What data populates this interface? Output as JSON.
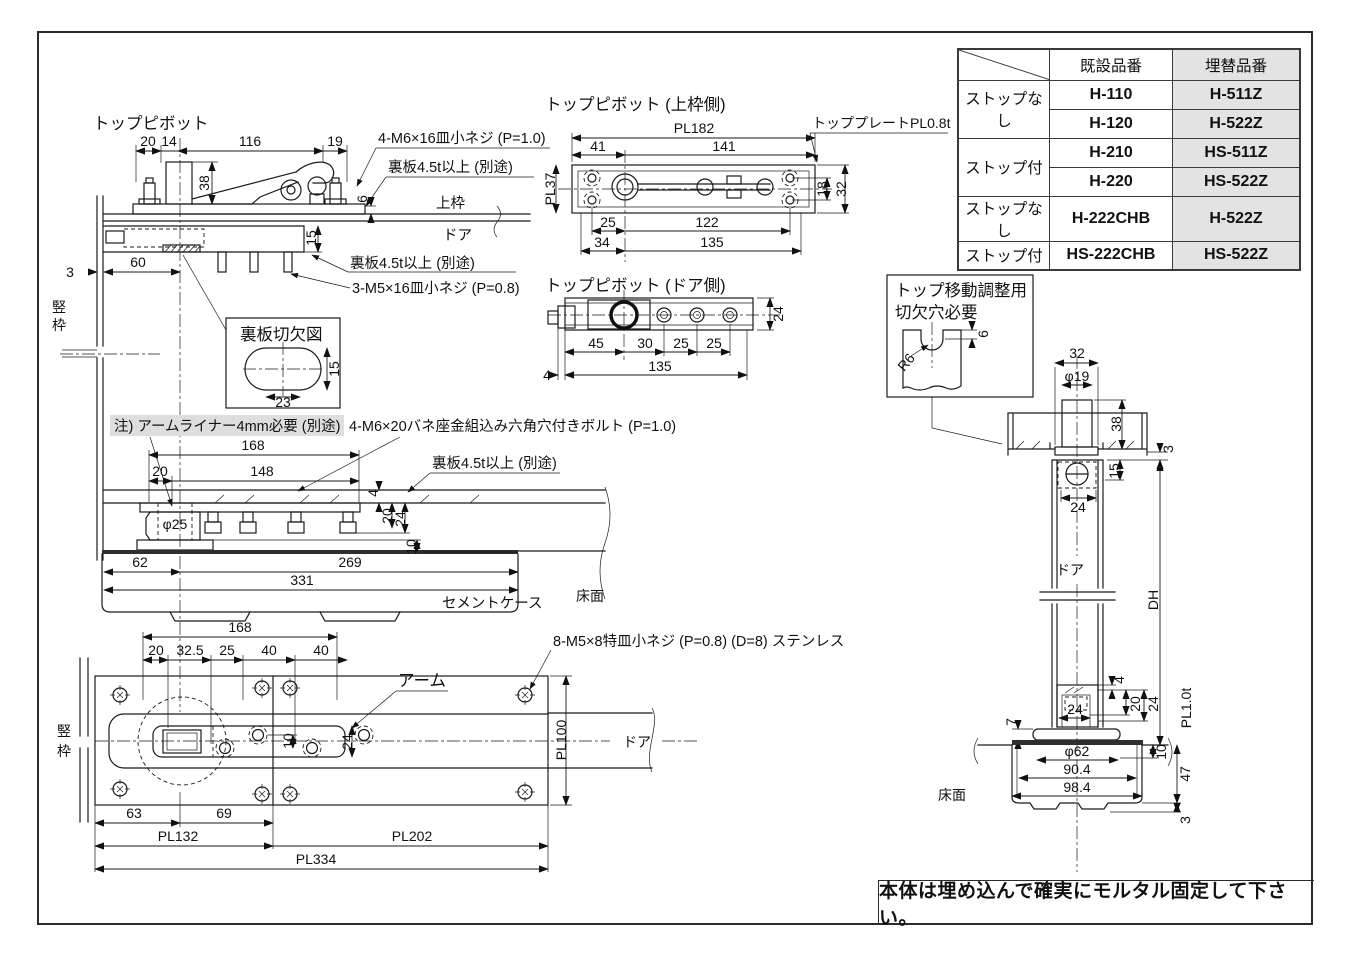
{
  "table": {
    "col_old": "既設品番",
    "col_new": "埋替品番",
    "r1label": "ストップなし",
    "r1old": "H-110",
    "r1new": "H-511Z",
    "r2old": "H-120",
    "r2new": "H-522Z",
    "r3label": "ストップ付",
    "r3old": "H-210",
    "r3new": "HS-511Z",
    "r4old": "H-220",
    "r4new": "HS-522Z",
    "r5label": "ストップなし",
    "r5old": "H-222CHB",
    "r5new": "H-522Z",
    "r6label": "ストップ付",
    "r6old": "HS-222CHB",
    "r6new": "HS-522Z"
  },
  "note": {
    "text": "本体は埋め込んで確実にモルタル固定して下さい。"
  },
  "g1": {
    "title": "トップピボット",
    "d20": "20",
    "d14": "14",
    "d116": "116",
    "d19": "19",
    "screw_top": "4-M6×16皿小ネジ (P=1.0)",
    "backplate_top": "裏板4.5t以上 (別途)",
    "d38": "38",
    "d6": "6",
    "kamiwaku": "上枠",
    "door": "ドア",
    "d15": "15",
    "backplate_bottom": "裏板4.5t以上 (別途)",
    "screw_bottom": "3-M5×16皿小ネジ (P=0.8)",
    "d3": "3",
    "d60": "60",
    "tate1": "竪",
    "tate2": "枠"
  },
  "cut": {
    "title": "裏板切欠図",
    "d15": "15",
    "d23": "23"
  },
  "g3": {
    "note_arm": "注) アームライナー4mm必要 (別途)",
    "bolt": "4-M6×20バネ座金組込み六角穴付きボルト (P=1.0)",
    "d168": "168",
    "d20": "20",
    "d148": "148",
    "backplate": "裏板4.5t以上 (別途)",
    "phi25": "φ25",
    "d4": "4",
    "d20b": "20",
    "d24": "24",
    "d10": "10",
    "d62": "62",
    "d269": "269",
    "d331": "331",
    "cement": "セメントケース",
    "floor": "床面"
  },
  "plan": {
    "d168": "168",
    "d20": "20",
    "d32_5": "32.5",
    "d25": "25",
    "d40a": "40",
    "d40b": "40",
    "screw": "8-M5×8特皿小ネジ (P=0.8) (D=8) ステンレス",
    "arm": "アーム",
    "tate1": "竪",
    "tate2": "枠",
    "door": "ドア",
    "d10": "10",
    "d24": "24",
    "pl100": "PL100",
    "d63": "63",
    "d69": "69",
    "pl132": "PL132",
    "pl202": "PL202",
    "pl334": "PL334"
  },
  "pf": {
    "title": "トップピボット (上枠側)",
    "pl182": "PL182",
    "d41": "41",
    "d141": "141",
    "plate": "トッププレートPL0.8t",
    "pl37": "PL37",
    "d18": "18",
    "d32": "32",
    "d25": "25",
    "d122": "122",
    "d34": "34",
    "d135": "135"
  },
  "pd": {
    "title": "トップピボット (ドア側)",
    "d24": "24",
    "d45": "45",
    "d30": "30",
    "d25a": "25",
    "d25b": "25",
    "d4": "4",
    "d135": "135"
  },
  "notch": {
    "line1": "トップ移動調整用",
    "line2": "切欠穴必要",
    "r6": "R6",
    "d6": "6"
  },
  "g8": {
    "d32": "32",
    "phi19": "φ19",
    "d38": "38",
    "d3": "3",
    "d15": "15",
    "d24a": "24",
    "door": "ドア",
    "dh": "DH",
    "d4": "4",
    "d20": "20",
    "d24b": "24",
    "d24c": "24",
    "d7": "7",
    "phi62": "φ62",
    "d904": "90.4",
    "d984": "98.4",
    "d10": "10",
    "d47": "47",
    "d3b": "3",
    "pl10t": "PL1.0t",
    "floor": "床面"
  }
}
